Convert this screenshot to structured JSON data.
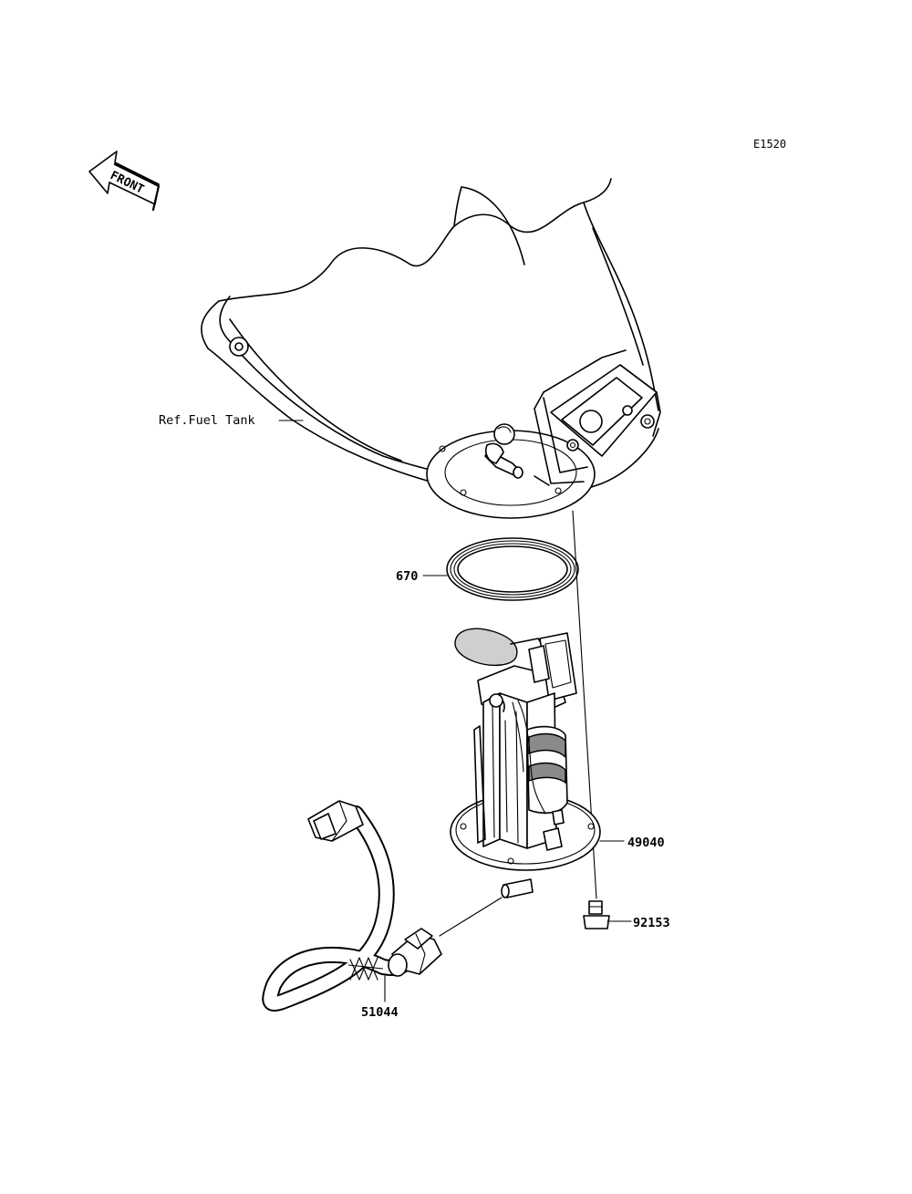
{
  "diagram": {
    "code": "E1520",
    "front_label": "FRONT",
    "callouts": [
      {
        "id": "fuel-tank",
        "text": "Ref.Fuel Tank"
      },
      {
        "id": "gasket",
        "text": "670"
      },
      {
        "id": "fuel-pump",
        "text": "49040"
      },
      {
        "id": "bolt",
        "text": "92153"
      },
      {
        "id": "hose",
        "text": "51044"
      }
    ]
  }
}
